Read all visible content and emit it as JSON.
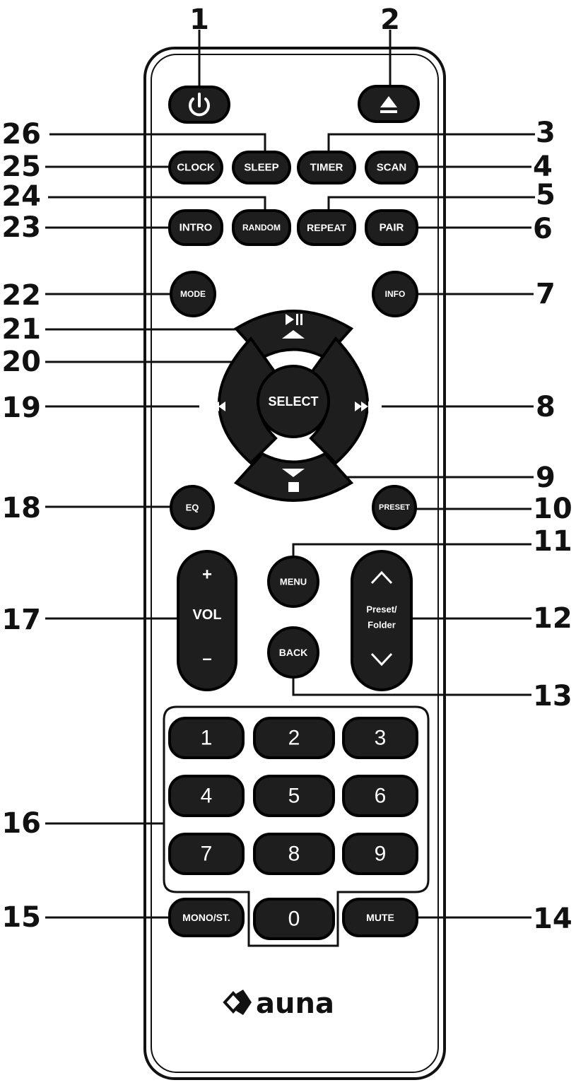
{
  "buttons": {
    "clock": "CLOCK",
    "sleep": "SLEEP",
    "timer": "TIMER",
    "scan": "SCAN",
    "intro": "INTRO",
    "random": "RANDOM",
    "repeat": "REPEAT",
    "pair": "PAIR",
    "mode": "MODE",
    "info": "INFO",
    "select": "SELECT",
    "eq": "EQ",
    "preset": "PRESET",
    "menu": "MENU",
    "back": "BACK",
    "vol_plus": "+",
    "vol": "VOL",
    "vol_minus": "–",
    "preset_folder_1": "Preset/",
    "preset_folder_2": "Folder",
    "mono": "MONO/ST.",
    "mute": "MUTE",
    "digits": [
      "1",
      "2",
      "3",
      "4",
      "5",
      "6",
      "7",
      "8",
      "9",
      "0"
    ]
  },
  "brand": "auna",
  "labels": {
    "n1": "1",
    "n2": "2",
    "n3": "3",
    "n4": "4",
    "n5": "5",
    "n6": "6",
    "n7": "7",
    "n8": "8",
    "n9": "9",
    "n10": "10",
    "n11": "11",
    "n12": "12",
    "n13": "13",
    "n14": "14",
    "n15": "15",
    "n16": "16",
    "n17": "17",
    "n18": "18",
    "n19": "19",
    "n20": "20",
    "n21": "21",
    "n22": "22",
    "n23": "23",
    "n24": "24",
    "n25": "25",
    "n26": "26"
  }
}
